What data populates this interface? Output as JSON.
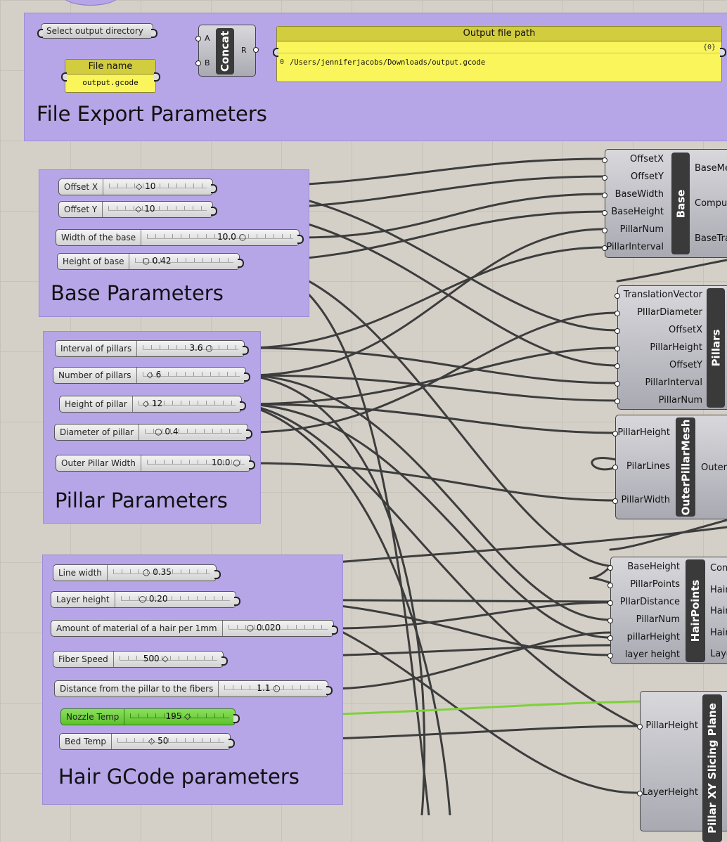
{
  "groups": {
    "file_export": "File Export Parameters",
    "base": "Base Parameters",
    "pillar": "Pillar Parameters",
    "hair": "Hair GCode parameters"
  },
  "file_export": {
    "select_dir_label": "Select output directory",
    "file_name_title": "File name",
    "file_name_value": "output.gcode",
    "concat": {
      "name": "Concat",
      "input_a": "A",
      "input_b": "B",
      "output_r": "R"
    },
    "output_panel": {
      "title": "Output file path",
      "branch": "{0}",
      "row_index": "0",
      "row_value": "/Users/jenniferjacobs/Downloads/output.gcode"
    }
  },
  "sliders": {
    "offset_x": {
      "label": "Offset X",
      "value": "10"
    },
    "offset_y": {
      "label": "Offset Y",
      "value": "10"
    },
    "width_base": {
      "label": "Width of the base",
      "value": "10.0"
    },
    "height_base": {
      "label": "Height of base",
      "value": "0.42"
    },
    "interval_pillars": {
      "label": "Interval of pillars",
      "value": "3.6"
    },
    "number_pillars": {
      "label": "Number of pillars",
      "value": "6"
    },
    "height_pillar": {
      "label": "Height of pillar",
      "value": "12"
    },
    "diameter_pillar": {
      "label": "Diameter of pillar",
      "value": "0.4"
    },
    "outer_pillar_width": {
      "label": "Outer Pillar Width",
      "value": "10.0"
    },
    "line_width": {
      "label": "Line width",
      "value": "0.35"
    },
    "layer_height": {
      "label": "Layer height",
      "value": "0.20"
    },
    "material_hair": {
      "label": "Amount of material of a hair per 1mm",
      "value": "0.020"
    },
    "fiber_speed": {
      "label": "Fiber Speed",
      "value": "500"
    },
    "distance_fibers": {
      "label": "Distance from the pillar to the fibers",
      "value": "1.1"
    },
    "nozzle_temp": {
      "label": "Nozzle Temp",
      "value": "195"
    },
    "bed_temp": {
      "label": "Bed Temp",
      "value": "50"
    }
  },
  "components": {
    "base": {
      "name": "Base",
      "inputs": [
        "OffsetX",
        "OffsetY",
        "BaseWidth",
        "BaseHeight",
        "PillarNum",
        "PillarInterval"
      ],
      "outputs": [
        "BaseMe",
        "Comput",
        "BaseTra"
      ]
    },
    "pillars": {
      "name": "Pillars",
      "inputs": [
        "TranslationVector",
        "PIllarDiameter",
        "OffsetX",
        "PillarHeight",
        "OffsetY",
        "PillarInterval",
        "PillarNum"
      ]
    },
    "outer_pillar_mesh": {
      "name": "OuterPillarMesh",
      "inputs": [
        "PillarHeight",
        "PilarLines",
        "PillarWidth"
      ],
      "outputs": [
        "OuterI"
      ]
    },
    "hair_points": {
      "name": "HairPoints",
      "inputs": [
        "BaseHeight",
        "PillarPoints",
        "PllarDistance",
        "PillarNum",
        "pillarHeight",
        "layer height"
      ],
      "outputs": [
        "Con",
        "Hair",
        "Hair",
        "Hair",
        "Laye"
      ]
    },
    "slicing_plane": {
      "name": "Pillar XY Slicing Plane",
      "inputs": [
        "PillarHeight",
        "LayerHeight"
      ]
    }
  },
  "colors": {
    "group_fill": "#b6a6e8",
    "panel_yellow": "#faf55a",
    "wire": "#3d3d3d",
    "wire_active": "#7ed13a"
  }
}
